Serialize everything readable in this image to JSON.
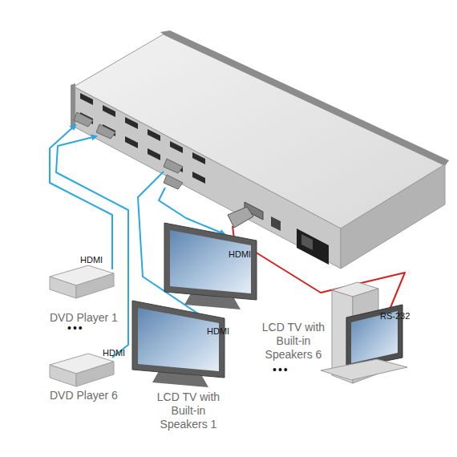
{
  "diagram": {
    "nodes": [
      {
        "text": [
          "DVD Player 1"
        ]
      },
      {
        "text": [
          "LCD TV with Built-in Speakers 6"
        ]
      },
      {
        "text": [
          "DVD Player 6"
        ]
      },
      {
        "text": [
          "LCD TV with Built-in Speakers 1"
        ]
      }
    ],
    "labels": [
      "HDMI",
      "HDMI",
      "RS-232",
      "•••",
      "HDMI",
      "HDMI",
      "•••"
    ]
  }
}
